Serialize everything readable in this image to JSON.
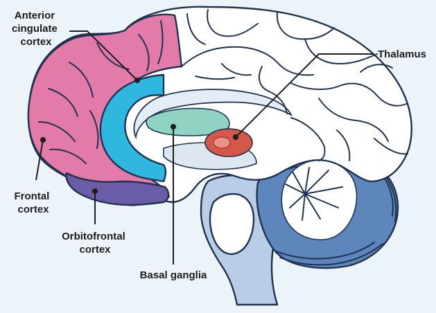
{
  "labels": {
    "anterior_cingulate": [
      "Anterior",
      "cingulate",
      "cortex"
    ],
    "thalamus": "Thalamus",
    "frontal": [
      "Frontal",
      "cortex"
    ],
    "orbitofrontal": [
      "Orbitofrontal",
      "cortex"
    ],
    "basal_ganglia": "Basal ganglia"
  },
  "colors": {
    "background": "#ecf3f9",
    "frontal_cortex": "#e27aaa",
    "anterior_cingulate_cortex": "#2fb7df",
    "orbitofrontal_cortex": "#6a5ca7",
    "basal_ganglia": "#90d3c2",
    "thalamus": "#d6574a",
    "brainstem": "#b9cde7",
    "cerebellum": "#5d86bd",
    "label_text": "#1d1d1d"
  }
}
